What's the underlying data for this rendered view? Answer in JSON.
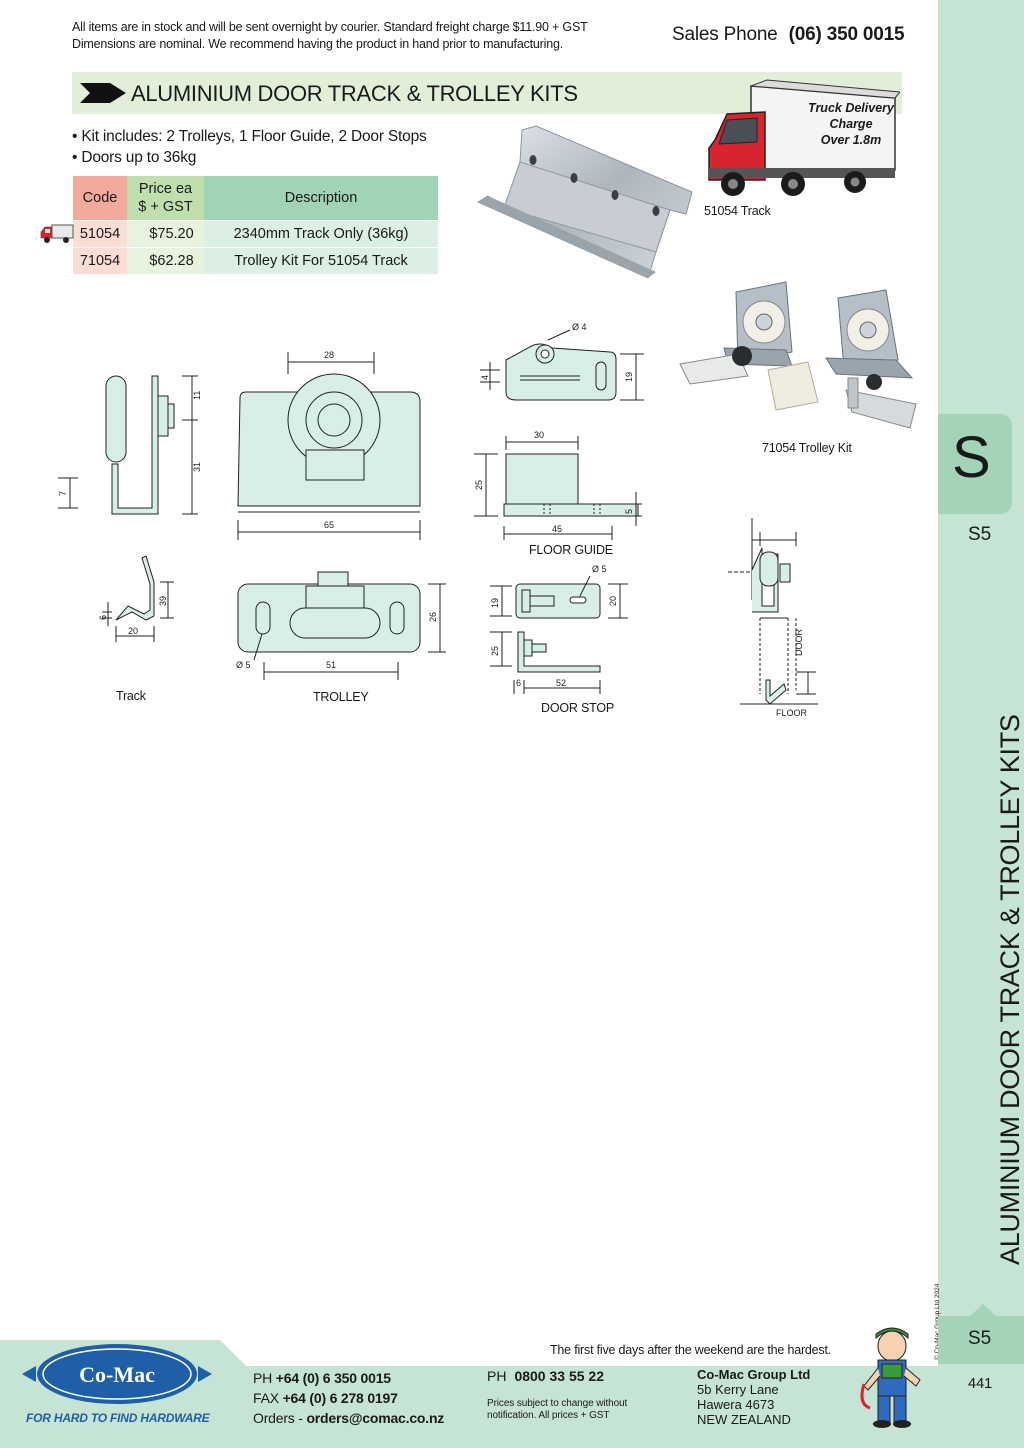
{
  "header": {
    "notice_line1": "All items are in stock and will be sent overnight by courier. Standard freight charge $11.90 + GST",
    "notice_line2": "Dimensions are nominal. We recommend having the product in hand prior to manufacturing.",
    "sales_label": "Sales Phone",
    "sales_number": "(06) 350 0015"
  },
  "title": "ALUMINIUM DOOR TRACK & TROLLEY KITS",
  "bullets": [
    "• Kit includes:  2 Trolleys, 1 Floor Guide, 2 Door Stops",
    "• Doors up to 36kg"
  ],
  "table": {
    "headers": [
      "Code",
      "Price ea",
      "$ + GST",
      "Description"
    ],
    "rows": [
      {
        "code": "51054",
        "price": "$75.20",
        "description": "2340mm Track Only (36kg)"
      },
      {
        "code": "71054",
        "price": "$62.28",
        "description": "Trolley Kit For 51054 Track"
      }
    ]
  },
  "truck_delivery": [
    "Truck Delivery",
    "Charge",
    "Over 1.8m"
  ],
  "captions": {
    "track_photo": "51054 Track",
    "trolley_photo": "71054 Trolley Kit"
  },
  "drawings": {
    "track_label": "Track",
    "trolley_label": "TROLLEY",
    "floor_guide_label": "FLOOR GUIDE",
    "door_stop_label": "DOOR STOP",
    "door_label": "DOOR",
    "floor_label": "FLOOR",
    "dims": {
      "d11": "11",
      "d31": "31",
      "d7": "7",
      "d28": "28",
      "d65": "65",
      "d39": "39",
      "d6": "6",
      "d20": "20",
      "d26": "26",
      "d51": "51",
      "dia5": "Ø 5",
      "dia4": "Ø 4",
      "d19": "19",
      "d4": "4",
      "d30": "30",
      "d25": "25",
      "d45": "45",
      "d5": "5",
      "d52": "52",
      "d6b": "6",
      "d20b": "20",
      "d19b": "19",
      "d25b": "25"
    }
  },
  "sidebar": {
    "section_letter": "S",
    "section_code_top": "S5",
    "vertical_title": "ALUMINIUM  DOOR TRACK & TROLLEY KITS",
    "copyright": "© Co-Mac Group Ltd 2024",
    "section_code_bottom": "S5",
    "page_number": "441"
  },
  "footer": {
    "logo_text": "Co-Mac",
    "tagline": "FOR HARD TO FIND HARDWARE",
    "quote": "The first five days after the weekend are the hardest.",
    "ph_label": "PH",
    "ph_number": "+64 (0) 6 350 0015",
    "fax_label": "FAX",
    "fax_number": "+64 (0) 6 278 0197",
    "orders_label": "Orders -",
    "orders_email": "orders@comac.co.nz",
    "ph2_label": "PH",
    "ph2_number": "0800 33 55 22",
    "prices_note": "Prices subject to change without notification. All prices + GST",
    "company": "Co-Mac Group Ltd",
    "address": [
      "5b Kerry Lane",
      "Hawera 4673",
      "NEW ZEALAND"
    ]
  },
  "colors": {
    "sidebar": "#c5e4d3",
    "tab": "#a3d4b8",
    "title_bar": "#e1efd9",
    "code_header": "#f3a99b",
    "price_header": "#bfe0ae",
    "desc_header": "#9fd4b4",
    "logo_blue": "#1f5fa8",
    "truck_red": "#d9232d"
  }
}
